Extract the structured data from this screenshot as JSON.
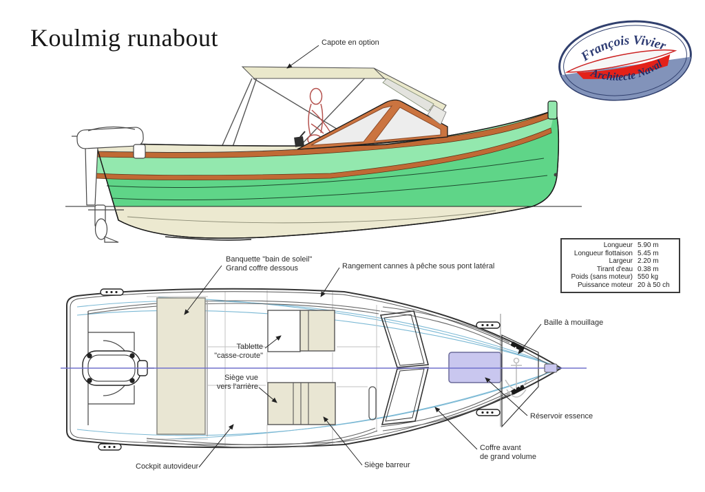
{
  "title": "Koulmig runabout",
  "logo": {
    "line1": "François Vivier",
    "line2": "Architecte Naval"
  },
  "specs": {
    "rows": [
      {
        "label": "Longueur",
        "value": "5.90 m"
      },
      {
        "label": "Longueur flottaison",
        "value": "5.45 m"
      },
      {
        "label": "Largeur",
        "value": "2.20 m"
      },
      {
        "label": "Tirant d'eau",
        "value": "0.38 m"
      },
      {
        "label": "Poids (sans moteur)",
        "value": "550 kg"
      },
      {
        "label": "Puissance moteur",
        "value": "20 à 50 ch"
      }
    ]
  },
  "side_view": {
    "labels": {
      "capote": "Capote en option"
    }
  },
  "plan_view": {
    "labels": {
      "banquette_1": "Banquette \"bain de soleil\"",
      "banquette_2": "Grand coffre dessous",
      "rangement": "Rangement cannes à pêche sous pont latéral",
      "baille": "Baille à mouillage",
      "tablette_1": "Tablette",
      "tablette_2": "\"casse-croute\"",
      "siege_vue_1": "Siège vue",
      "siege_vue_2": "vers l'arrière",
      "reservoir": "Réservoir essence",
      "cockpit": "Cockpit autovideur",
      "barreur": "Siège barreur",
      "coffre_1": "Coffre avant",
      "coffre_2": "de grand volume"
    }
  },
  "colors": {
    "hull_light_green": "#93e8ae",
    "hull_dark_green": "#5fd588",
    "trim_orange": "#c06a35",
    "bottom_cream": "#ece9d0",
    "canvas_cream": "#eae8cb",
    "centerline_blue": "#7070cc",
    "waterline_curves_blue": "#7ab8d4",
    "fuel_tank_lavender": "#c9c7ef",
    "logo_navy": "#2c3a72",
    "logo_steel_blue": "#8293ba",
    "logo_red": "#e32119",
    "figure_red": "#b5524e"
  }
}
